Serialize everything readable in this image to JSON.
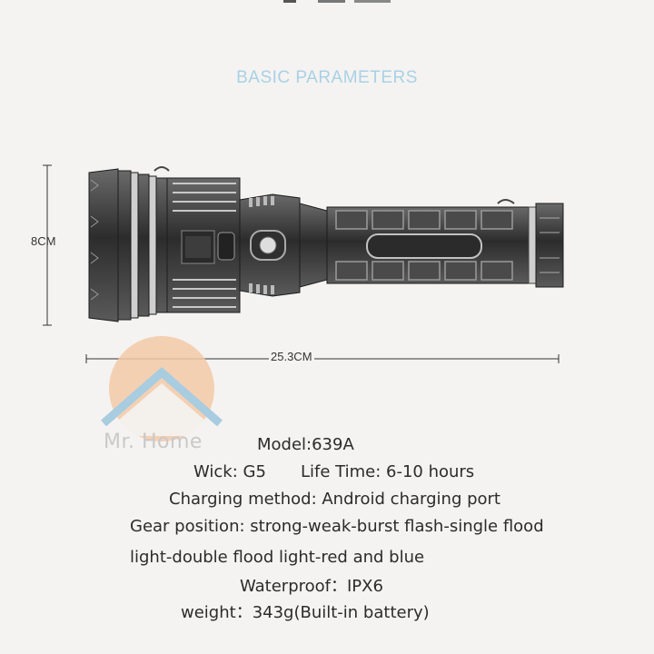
{
  "title": "BASIC PARAMETERS",
  "dimensions": {
    "height": "8CM",
    "length": "25.3CM"
  },
  "watermark": {
    "text": "Mr. Home"
  },
  "specs": {
    "model": "Model:639A",
    "wick": "Wick: G5",
    "life_time": "Life Time: 6-10 hours",
    "charging": "Charging method: Android charging port",
    "gear_line1": "Gear position: strong-weak-burst flash-single flood",
    "gear_line2": "light-double flood light-red and blue",
    "waterproof": "Waterproof：IPX6",
    "weight": "weight：343g(Built-in battery)"
  },
  "colors": {
    "title": "#a9d1e6",
    "logo_circle": "#f3c9a8",
    "logo_roof": "#a8cce0",
    "body_metal": "#3a3a3a"
  }
}
